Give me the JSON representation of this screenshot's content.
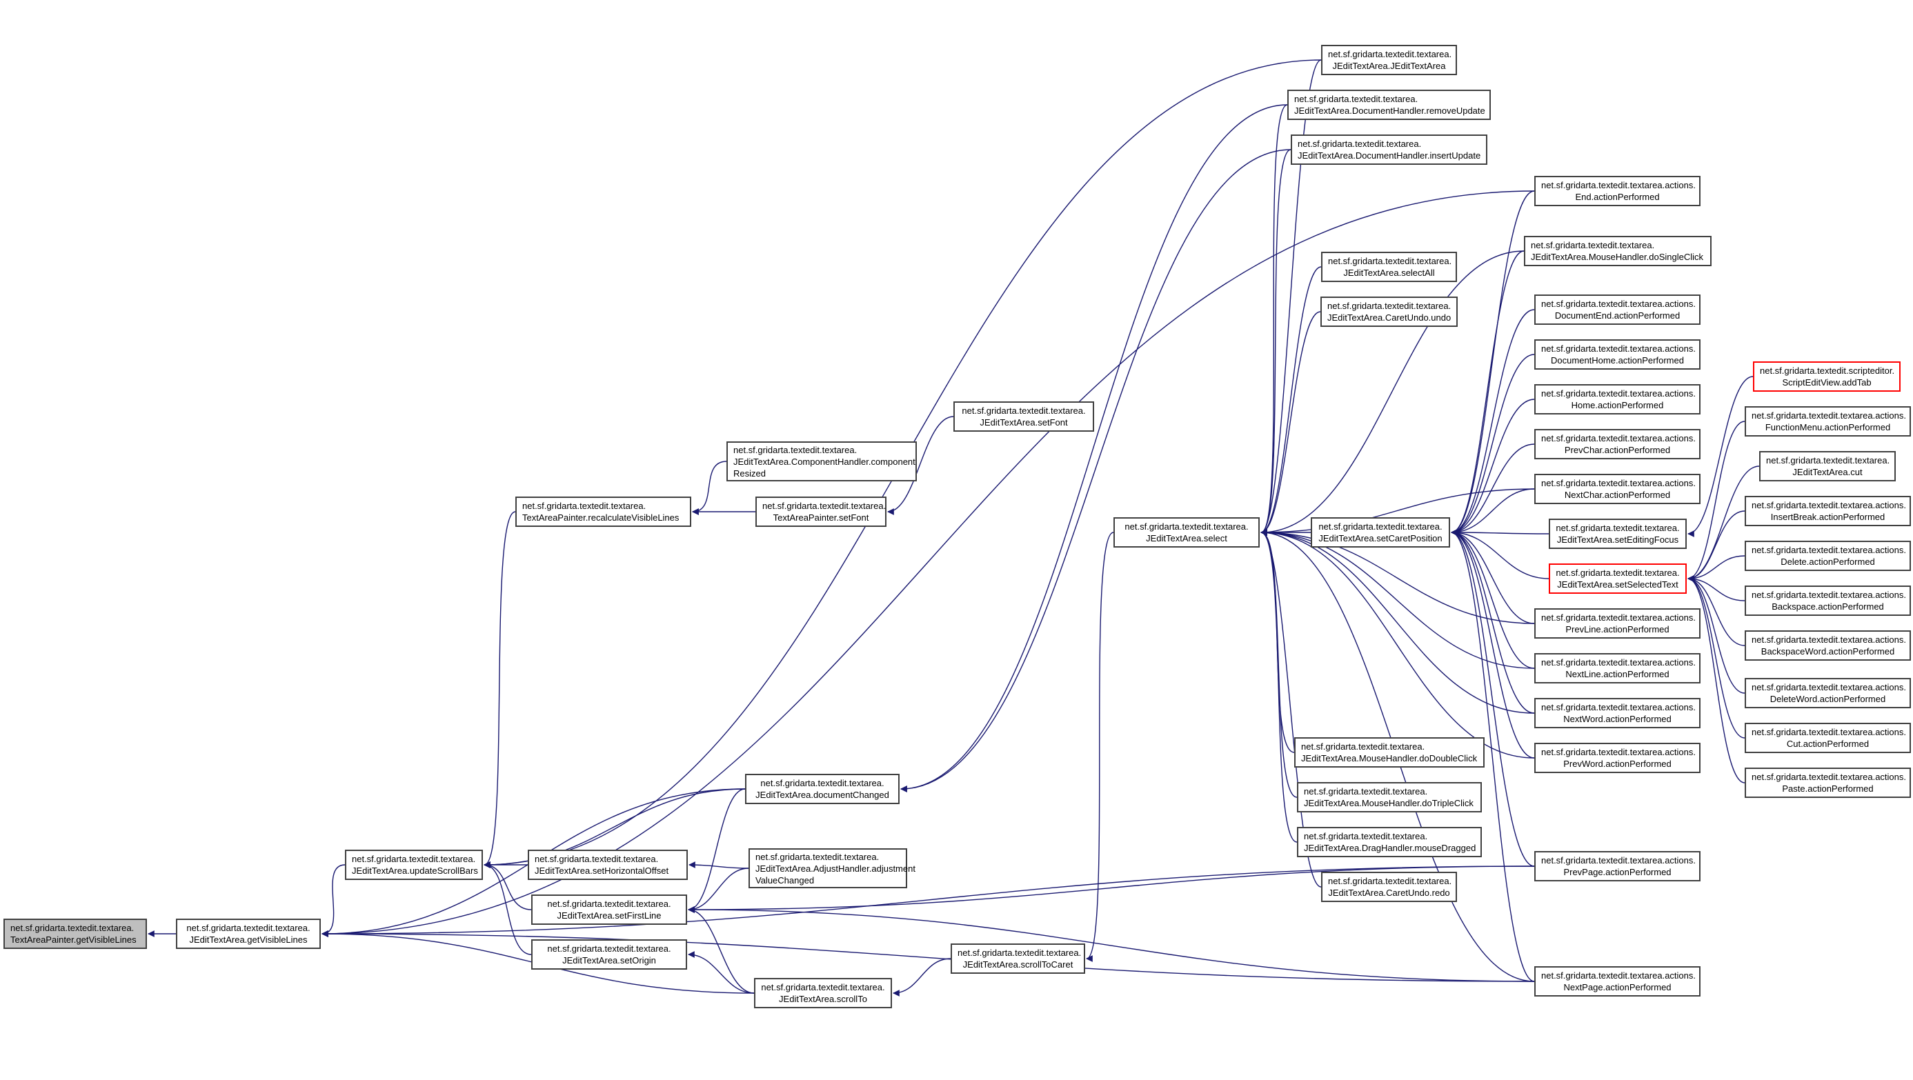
{
  "title": "Caller graph of net.sf.gridarta.textedit.textarea.TextAreaPainter.getVisibleLines",
  "colors": {
    "edge": "#191970",
    "node_border": "#404040",
    "root_fill": "#bfbfbf",
    "highlight_border": "#ff0000"
  },
  "nodes": [
    {
      "id": "root",
      "lines": [
        "net.sf.gridarta.textedit.textarea.",
        "TextAreaPainter.getVisibleLines"
      ],
      "style": "root"
    },
    {
      "id": "getVisibleLines",
      "lines": [
        "net.sf.gridarta.textedit.textarea.",
        "JEditTextArea.getVisibleLines"
      ]
    },
    {
      "id": "updateScrollBars",
      "lines": [
        "net.sf.gridarta.textedit.textarea.",
        "JEditTextArea.updateScrollBars"
      ]
    },
    {
      "id": "recalc",
      "lines": [
        "net.sf.gridarta.textedit.textarea.",
        "TextAreaPainter.recalculateVisibleLines"
      ]
    },
    {
      "id": "compResized",
      "lines": [
        "net.sf.gridarta.textedit.textarea.",
        "JEditTextArea.ComponentHandler.component",
        "Resized"
      ]
    },
    {
      "id": "painterSetFont",
      "lines": [
        "net.sf.gridarta.textedit.textarea.",
        "TextAreaPainter.setFont"
      ]
    },
    {
      "id": "setFont",
      "lines": [
        "net.sf.gridarta.textedit.textarea.",
        "JEditTextArea.setFont"
      ]
    },
    {
      "id": "documentChanged",
      "lines": [
        "net.sf.gridarta.textedit.textarea.",
        "JEditTextArea.documentChanged"
      ]
    },
    {
      "id": "setHorizontalOffset",
      "lines": [
        "net.sf.gridarta.textedit.textarea.",
        "JEditTextArea.setHorizontalOffset"
      ]
    },
    {
      "id": "adjustment",
      "lines": [
        "net.sf.gridarta.textedit.textarea.",
        "JEditTextArea.AdjustHandler.adjustment",
        "ValueChanged"
      ]
    },
    {
      "id": "setFirstLine",
      "lines": [
        "net.sf.gridarta.textedit.textarea.",
        "JEditTextArea.setFirstLine"
      ]
    },
    {
      "id": "setOrigin",
      "lines": [
        "net.sf.gridarta.textedit.textarea.",
        "JEditTextArea.setOrigin"
      ]
    },
    {
      "id": "scrollTo",
      "lines": [
        "net.sf.gridarta.textedit.textarea.",
        "JEditTextArea.scrollTo"
      ]
    },
    {
      "id": "scrollToCaret",
      "lines": [
        "net.sf.gridarta.textedit.textarea.",
        "JEditTextArea.scrollToCaret"
      ]
    },
    {
      "id": "select",
      "lines": [
        "net.sf.gridarta.textedit.textarea.",
        "JEditTextArea.select"
      ]
    },
    {
      "id": "ctor",
      "lines": [
        "net.sf.gridarta.textedit.textarea.",
        "JEditTextArea.JEditTextArea"
      ]
    },
    {
      "id": "removeUpdate",
      "lines": [
        "net.sf.gridarta.textedit.textarea.",
        "JEditTextArea.DocumentHandler.removeUpdate"
      ]
    },
    {
      "id": "insertUpdate",
      "lines": [
        "net.sf.gridarta.textedit.textarea.",
        "JEditTextArea.DocumentHandler.insertUpdate"
      ]
    },
    {
      "id": "selectAll",
      "lines": [
        "net.sf.gridarta.textedit.textarea.",
        "JEditTextArea.selectAll"
      ]
    },
    {
      "id": "undo",
      "lines": [
        "net.sf.gridarta.textedit.textarea.",
        "JEditTextArea.CaretUndo.undo"
      ]
    },
    {
      "id": "setCaretPosition",
      "lines": [
        "net.sf.gridarta.textedit.textarea.",
        "JEditTextArea.setCaretPosition"
      ]
    },
    {
      "id": "doDoubleClick",
      "lines": [
        "net.sf.gridarta.textedit.textarea.",
        "JEditTextArea.MouseHandler.doDoubleClick"
      ]
    },
    {
      "id": "doTripleClick",
      "lines": [
        "net.sf.gridarta.textedit.textarea.",
        "JEditTextArea.MouseHandler.doTripleClick"
      ]
    },
    {
      "id": "mouseDragged",
      "lines": [
        "net.sf.gridarta.textedit.textarea.",
        "JEditTextArea.DragHandler.mouseDragged"
      ]
    },
    {
      "id": "redo",
      "lines": [
        "net.sf.gridarta.textedit.textarea.",
        "JEditTextArea.CaretUndo.redo"
      ]
    },
    {
      "id": "endAP",
      "lines": [
        "net.sf.gridarta.textedit.textarea.actions.",
        "End.actionPerformed"
      ]
    },
    {
      "id": "doSingleClick",
      "lines": [
        "net.sf.gridarta.textedit.textarea.",
        "JEditTextArea.MouseHandler.doSingleClick"
      ]
    },
    {
      "id": "docEndAP",
      "lines": [
        "net.sf.gridarta.textedit.textarea.actions.",
        "DocumentEnd.actionPerformed"
      ]
    },
    {
      "id": "docHomeAP",
      "lines": [
        "net.sf.gridarta.textedit.textarea.actions.",
        "DocumentHome.actionPerformed"
      ]
    },
    {
      "id": "homeAP",
      "lines": [
        "net.sf.gridarta.textedit.textarea.actions.",
        "Home.actionPerformed"
      ]
    },
    {
      "id": "prevCharAP",
      "lines": [
        "net.sf.gridarta.textedit.textarea.actions.",
        "PrevChar.actionPerformed"
      ]
    },
    {
      "id": "nextCharAP",
      "lines": [
        "net.sf.gridarta.textedit.textarea.actions.",
        "NextChar.actionPerformed"
      ]
    },
    {
      "id": "setEditingFocus",
      "lines": [
        "net.sf.gridarta.textedit.textarea.",
        "JEditTextArea.setEditingFocus"
      ]
    },
    {
      "id": "setSelectedText",
      "lines": [
        "net.sf.gridarta.textedit.textarea.",
        "JEditTextArea.setSelectedText"
      ],
      "style": "red"
    },
    {
      "id": "prevLineAP",
      "lines": [
        "net.sf.gridarta.textedit.textarea.actions.",
        "PrevLine.actionPerformed"
      ]
    },
    {
      "id": "nextLineAP",
      "lines": [
        "net.sf.gridarta.textedit.textarea.actions.",
        "NextLine.actionPerformed"
      ]
    },
    {
      "id": "nextWordAP",
      "lines": [
        "net.sf.gridarta.textedit.textarea.actions.",
        "NextWord.actionPerformed"
      ]
    },
    {
      "id": "prevWordAP",
      "lines": [
        "net.sf.gridarta.textedit.textarea.actions.",
        "PrevWord.actionPerformed"
      ]
    },
    {
      "id": "prevPageAP",
      "lines": [
        "net.sf.gridarta.textedit.textarea.actions.",
        "PrevPage.actionPerformed"
      ]
    },
    {
      "id": "nextPageAP",
      "lines": [
        "net.sf.gridarta.textedit.textarea.actions.",
        "NextPage.actionPerformed"
      ]
    },
    {
      "id": "addTab",
      "lines": [
        "net.sf.gridarta.textedit.scripteditor.",
        "ScriptEditView.addTab"
      ],
      "style": "red"
    },
    {
      "id": "functionMenuAP",
      "lines": [
        "net.sf.gridarta.textedit.textarea.actions.",
        "FunctionMenu.actionPerformed"
      ]
    },
    {
      "id": "cut",
      "lines": [
        "net.sf.gridarta.textedit.textarea.",
        "JEditTextArea.cut"
      ]
    },
    {
      "id": "insertBreakAP",
      "lines": [
        "net.sf.gridarta.textedit.textarea.actions.",
        "InsertBreak.actionPerformed"
      ]
    },
    {
      "id": "deleteAP",
      "lines": [
        "net.sf.gridarta.textedit.textarea.actions.",
        "Delete.actionPerformed"
      ]
    },
    {
      "id": "backspaceAP",
      "lines": [
        "net.sf.gridarta.textedit.textarea.actions.",
        "Backspace.actionPerformed"
      ]
    },
    {
      "id": "backspaceWordAP",
      "lines": [
        "net.sf.gridarta.textedit.textarea.actions.",
        "BackspaceWord.actionPerformed"
      ]
    },
    {
      "id": "deleteWordAP",
      "lines": [
        "net.sf.gridarta.textedit.textarea.actions.",
        "DeleteWord.actionPerformed"
      ]
    },
    {
      "id": "cutAP",
      "lines": [
        "net.sf.gridarta.textedit.textarea.actions.",
        "Cut.actionPerformed"
      ]
    },
    {
      "id": "pasteAP",
      "lines": [
        "net.sf.gridarta.textedit.textarea.actions.",
        "Paste.actionPerformed"
      ]
    }
  ],
  "edges": [
    [
      "getVisibleLines",
      "root"
    ],
    [
      "updateScrollBars",
      "getVisibleLines"
    ],
    [
      "documentChanged",
      "getVisibleLines"
    ],
    [
      "scrollTo",
      "getVisibleLines"
    ],
    [
      "endAP",
      "getVisibleLines"
    ],
    [
      "prevPageAP",
      "getVisibleLines"
    ],
    [
      "nextPageAP",
      "getVisibleLines"
    ],
    [
      "recalc",
      "updateScrollBars"
    ],
    [
      "ctor",
      "updateScrollBars"
    ],
    [
      "documentChanged",
      "updateScrollBars"
    ],
    [
      "setHorizontalOffset",
      "updateScrollBars"
    ],
    [
      "setFirstLine",
      "updateScrollBars"
    ],
    [
      "setOrigin",
      "updateScrollBars"
    ],
    [
      "compResized",
      "recalc"
    ],
    [
      "painterSetFont",
      "recalc"
    ],
    [
      "setFont",
      "painterSetFont"
    ],
    [
      "removeUpdate",
      "documentChanged"
    ],
    [
      "insertUpdate",
      "documentChanged"
    ],
    [
      "adjustment",
      "setHorizontalOffset"
    ],
    [
      "adjustment",
      "setFirstLine"
    ],
    [
      "documentChanged",
      "setFirstLine"
    ],
    [
      "scrollTo",
      "setFirstLine"
    ],
    [
      "prevPageAP",
      "setFirstLine"
    ],
    [
      "nextPageAP",
      "setFirstLine"
    ],
    [
      "scrollTo",
      "setOrigin"
    ],
    [
      "scrollToCaret",
      "scrollTo"
    ],
    [
      "select",
      "scrollToCaret"
    ],
    [
      "ctor",
      "select"
    ],
    [
      "removeUpdate",
      "select"
    ],
    [
      "insertUpdate",
      "select"
    ],
    [
      "selectAll",
      "select"
    ],
    [
      "undo",
      "select"
    ],
    [
      "setCaretPosition",
      "select"
    ],
    [
      "doSingleClick",
      "select"
    ],
    [
      "nextCharAP",
      "select"
    ],
    [
      "prevLineAP",
      "select"
    ],
    [
      "doDoubleClick",
      "select"
    ],
    [
      "doTripleClick",
      "select"
    ],
    [
      "mouseDragged",
      "select"
    ],
    [
      "redo",
      "select"
    ],
    [
      "nextLineAP",
      "select"
    ],
    [
      "nextWordAP",
      "select"
    ],
    [
      "prevWordAP",
      "select"
    ],
    [
      "nextPageAP",
      "select"
    ],
    [
      "endAP",
      "setCaretPosition"
    ],
    [
      "doSingleClick",
      "setCaretPosition"
    ],
    [
      "docEndAP",
      "setCaretPosition"
    ],
    [
      "docHomeAP",
      "setCaretPosition"
    ],
    [
      "homeAP",
      "setCaretPosition"
    ],
    [
      "prevCharAP",
      "setCaretPosition"
    ],
    [
      "nextCharAP",
      "setCaretPosition"
    ],
    [
      "setEditingFocus",
      "setCaretPosition"
    ],
    [
      "setSelectedText",
      "setCaretPosition"
    ],
    [
      "prevLineAP",
      "setCaretPosition"
    ],
    [
      "nextLineAP",
      "setCaretPosition"
    ],
    [
      "nextWordAP",
      "setCaretPosition"
    ],
    [
      "prevWordAP",
      "setCaretPosition"
    ],
    [
      "prevPageAP",
      "setCaretPosition"
    ],
    [
      "nextPageAP",
      "setCaretPosition"
    ],
    [
      "addTab",
      "setEditingFocus"
    ],
    [
      "functionMenuAP",
      "setSelectedText"
    ],
    [
      "cut",
      "setSelectedText"
    ],
    [
      "insertBreakAP",
      "setSelectedText"
    ],
    [
      "deleteAP",
      "setSelectedText"
    ],
    [
      "backspaceAP",
      "setSelectedText"
    ],
    [
      "backspaceWordAP",
      "setSelectedText"
    ],
    [
      "deleteWordAP",
      "setSelectedText"
    ],
    [
      "cutAP",
      "setSelectedText"
    ],
    [
      "pasteAP",
      "setSelectedText"
    ]
  ]
}
